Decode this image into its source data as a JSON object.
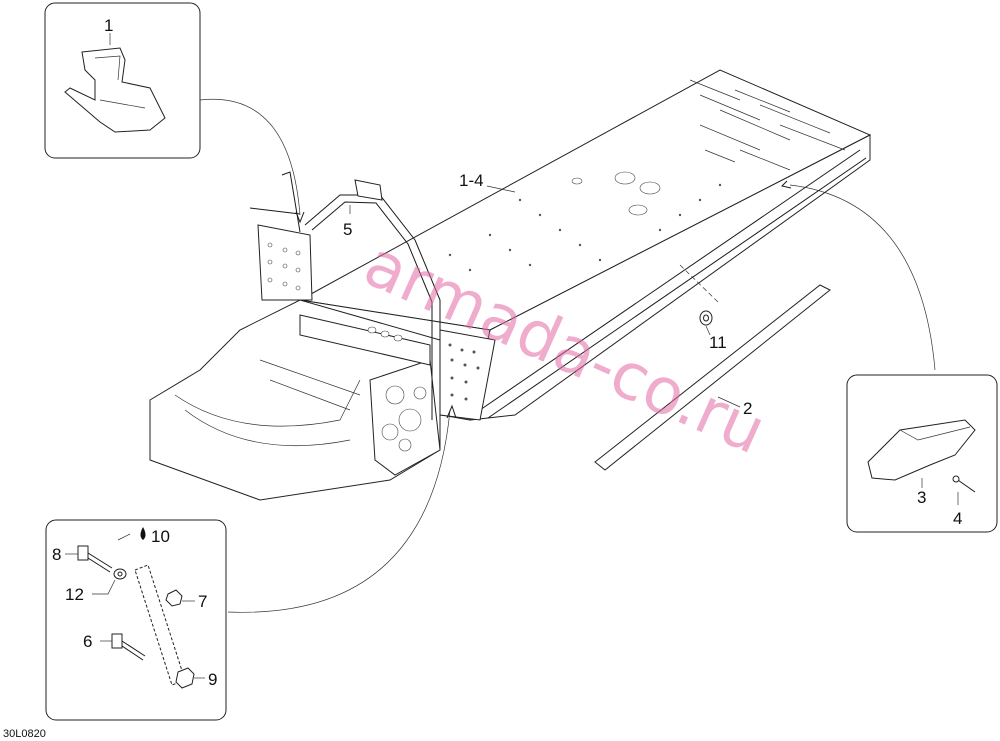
{
  "diagram": {
    "code": "30L0820",
    "watermark": "armada-co.ru",
    "callouts": {
      "c1": "1",
      "c1_4": "1-4",
      "c2": "2",
      "c3": "3",
      "c4": "4",
      "c5": "5",
      "c6": "6",
      "c7": "7",
      "c8": "8",
      "c9": "9",
      "c10": "10",
      "c11": "11",
      "c12": "12"
    },
    "colors": {
      "line": "#1a1a1a",
      "watermark": "#e26aa4"
    }
  }
}
